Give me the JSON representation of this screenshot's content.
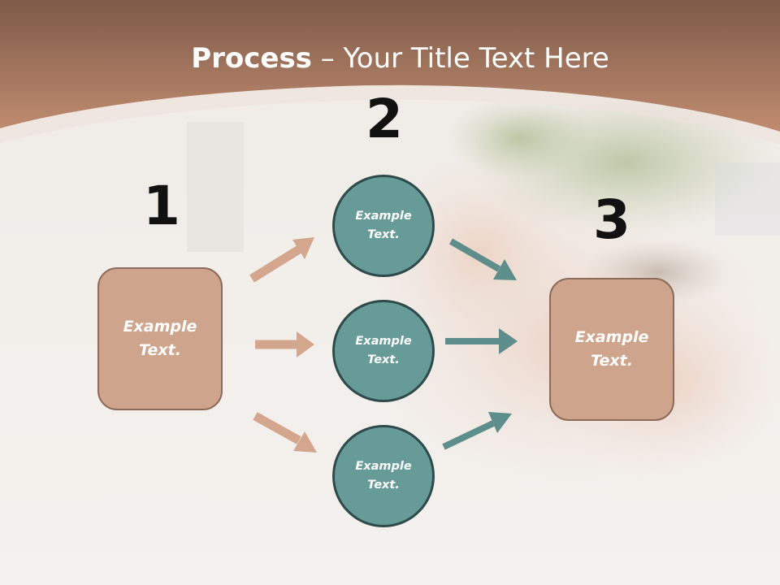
{
  "title": {
    "bold": "Process",
    "rest": " – Your Title Text Here"
  },
  "steps": [
    {
      "number": "1",
      "label": "Example\nText."
    },
    {
      "number": "2",
      "labels": [
        "Example\nText.",
        "Example\nText.",
        "Example\nText."
      ]
    },
    {
      "number": "3",
      "label": "Example\nText."
    }
  ],
  "colors": {
    "box_fill": "#cfa48c",
    "circle_fill": "#679b98",
    "arrow_left": "#d4a68e",
    "arrow_right": "#5d8e8c",
    "header": "#b07f66"
  }
}
